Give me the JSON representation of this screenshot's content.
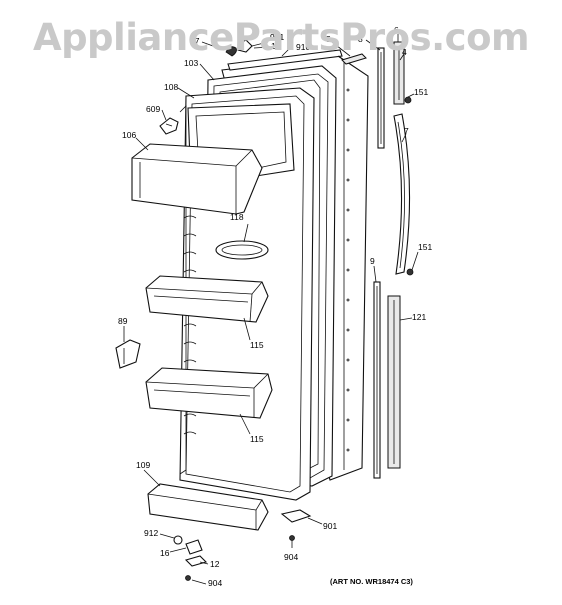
{
  "watermark": "AppliancePartsPros.com",
  "art_number": "(ART NO. WR18474 C3)",
  "callouts": {
    "c27": "27",
    "c901_top": "901",
    "c11": "11",
    "c910": "910",
    "c5": "5",
    "c8": "8",
    "c6": "6",
    "c4": "4",
    "c103": "103",
    "c108": "108",
    "c609": "609",
    "c106": "106",
    "c151_top": "151",
    "c7": "7",
    "c118": "118",
    "c151_mid": "151",
    "c9": "9",
    "c121": "121",
    "c89": "89",
    "c115_top": "115",
    "c115_bot": "115",
    "c109": "109",
    "c901_bot": "901",
    "c912": "912",
    "c904_right": "904",
    "c16": "16",
    "c12": "12",
    "c904_left": "904"
  }
}
